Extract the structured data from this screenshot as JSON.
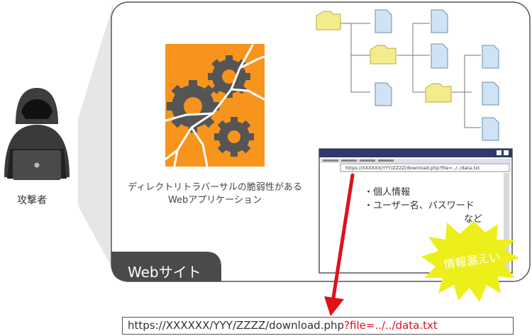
{
  "attacker": {
    "label": "攻撃者"
  },
  "app": {
    "caption_line1": "ディレクトリトラバーサルの脆弱性がある",
    "caption_line2": "Webアプリケーション"
  },
  "website": {
    "tab_label": "Webサイト"
  },
  "browser": {
    "url": "https://XXXXXX/YYY/ZZZZ/download.php?file=../../data.txt",
    "items": [
      "・個人情報",
      "・ユーザー名、パスワード",
      "など"
    ]
  },
  "leak": {
    "label": "情報漏えい"
  },
  "request": {
    "url_base": "https://XXXXXX/YYY/ZZZZ/download.php",
    "url_query": "?file=../../data.txt"
  },
  "colors": {
    "app_orange": "#f7941d",
    "gear_gray": "#555555",
    "folder_yellow": "#f3ec8c",
    "file_blue": "#cfe3f4",
    "browser_bar": "#2e3a6b",
    "burst_yellow": "#ecef1a",
    "arrow_red": "#e0101a",
    "tab_dark": "#4a4a4a"
  }
}
